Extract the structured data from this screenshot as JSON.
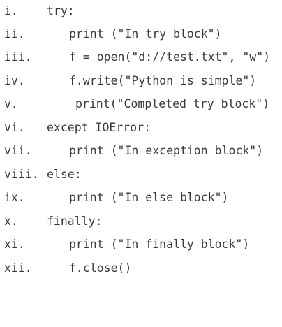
{
  "code": {
    "lines": [
      {
        "number": "i.",
        "text": "try:"
      },
      {
        "number": "ii.",
        "text": "print (\"In try block\")"
      },
      {
        "number": "iii.",
        "text": "f = open(\"d://test.txt\", \"w\")"
      },
      {
        "number": "iv.",
        "text": "f.write(\"Python is simple\")"
      },
      {
        "number": "v.",
        "text": "print(\"Completed try block\")"
      },
      {
        "number": "vi.",
        "text": "except IOError:"
      },
      {
        "number": "vii.",
        "text": "print (\"In exception block\")"
      },
      {
        "number": "viii.",
        "text": "else:"
      },
      {
        "number": "ix.",
        "text": "print (\"In else block\")"
      },
      {
        "number": "x.",
        "text": "finally:"
      },
      {
        "number": "xi.",
        "text": "print (\"In finally block\")"
      },
      {
        "number": "xii.",
        "text": "f.close()"
      }
    ]
  }
}
